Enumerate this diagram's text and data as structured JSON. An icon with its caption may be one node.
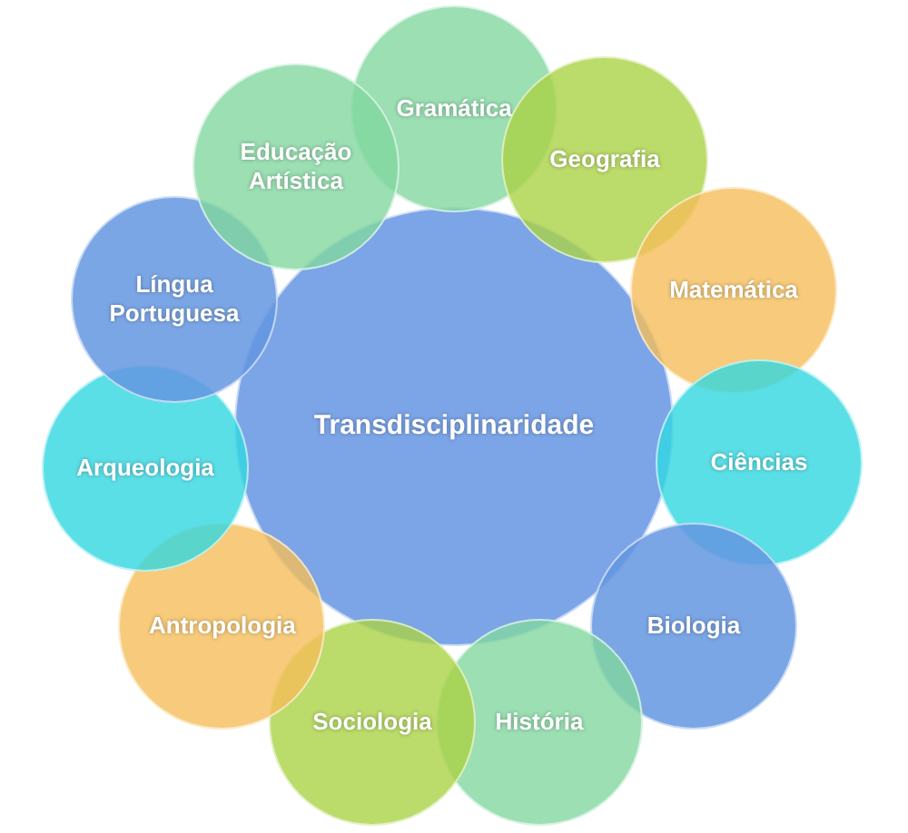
{
  "diagram": {
    "nodes": [
      {
        "text": [
          "Transdisciplinaridade"
        ]
      },
      {
        "text": [
          "Gramática"
        ]
      },
      {
        "text": [
          "Geografia"
        ]
      },
      {
        "text": [
          "Matemática"
        ]
      },
      {
        "text": [
          "Ciências"
        ]
      },
      {
        "text": [
          "Biologia"
        ]
      },
      {
        "text": [
          "História"
        ]
      },
      {
        "text": [
          "Sociologia"
        ]
      },
      {
        "text": [
          "Antropologia"
        ]
      },
      {
        "text": [
          "Arqueologia"
        ]
      },
      {
        "text": [
          "Língua Portuguesa"
        ]
      },
      {
        "text": [
          "Educação Artística"
        ]
      }
    ]
  }
}
